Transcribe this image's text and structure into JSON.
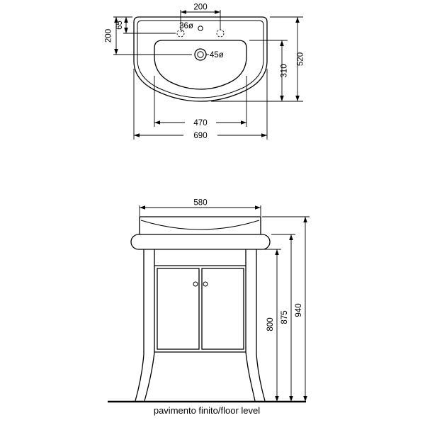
{
  "colors": {
    "background": "#ffffff",
    "line": "#000000"
  },
  "basin_top_view": {
    "labels": {
      "tap_hole_spacing": "200",
      "rear_to_tap_holes": "65",
      "rear_to_drain": "200",
      "tap_hole_diameter": "36ø",
      "drain_diameter": "45ø",
      "overall_depth": "520",
      "bowl_depth": "310",
      "bowl_width": "470",
      "overall_width": "690"
    }
  },
  "console_front_view": {
    "labels": {
      "top_width": "580",
      "height_to_underside": "800",
      "height_to_rim": "875",
      "overall_height": "940"
    },
    "floor_label": "pavimento finito/floor level"
  }
}
